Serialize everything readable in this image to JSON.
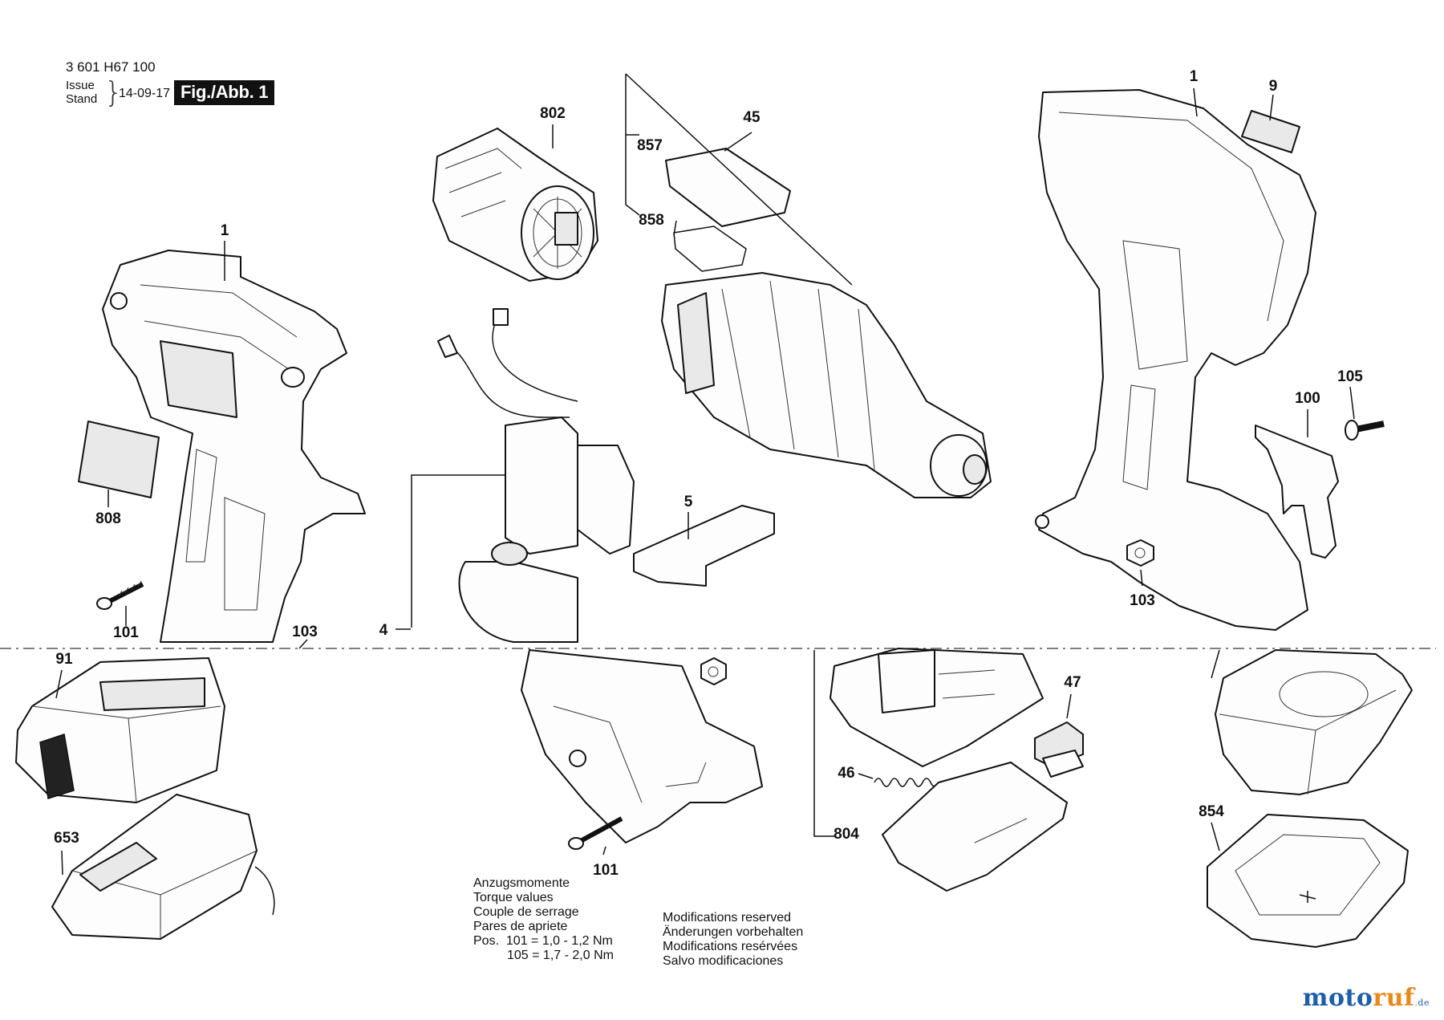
{
  "header": {
    "part_number": "3 601 H67 100",
    "issue_label": "Issue",
    "stand_label": "Stand",
    "date": "14-09-17",
    "figure": "Fig./Abb. 1"
  },
  "callouts": {
    "c802": "802",
    "c45": "45",
    "c857": "857",
    "c858": "858",
    "c1_left": "1",
    "c1_right": "1",
    "c9": "9",
    "c105": "105",
    "c100": "100",
    "c808": "808",
    "c101_top": "101",
    "c103_left": "103",
    "c4": "4",
    "c5": "5",
    "c103_right": "103",
    "c91": "91",
    "c47": "47",
    "c46": "46",
    "c804": "804",
    "c854": "854",
    "c653": "653",
    "c101_bottom": "101"
  },
  "torque": {
    "line1": "Anzugsmomente",
    "line2": "Torque values",
    "line3": "Couple de serrage",
    "line4": "Pares de apriete",
    "row1_pos": "Pos.",
    "row1": "101 = 1,0 - 1,2 Nm",
    "row2": "105 = 1,7 - 2,0 Nm"
  },
  "modifications": {
    "line1": "Modifications reserved",
    "line2": "Änderungen vorbehalten",
    "line3": "Modifications resérvées",
    "line4": "Salvo modificaciones"
  },
  "watermark": {
    "part_a": "moto",
    "part_b": "ruf",
    "part_c": ".de"
  },
  "colors": {
    "ink": "#111111",
    "logo_blue": "#1e5fa8",
    "logo_orange": "#e8891a"
  }
}
